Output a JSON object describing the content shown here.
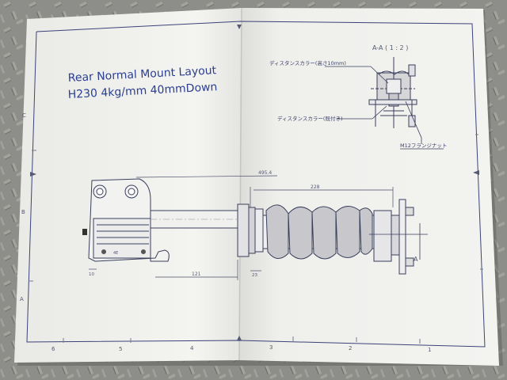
{
  "scene": "Printed engineering drawing of a rear suspension coilover assembly lying on a diamond-plate steel floor",
  "drawing": {
    "title_line1": "Rear Normal Mount Layout",
    "title_line2": "H230 4kg/mm 40mmDown",
    "section_label": "A-A ( 1 : 2 )",
    "callouts": {
      "collar_height": "ディスタンスカラー(高さ10mm)",
      "collar_existing": "ディスタンスカラー(既付き)",
      "flange_nut": "M12フランジナット"
    },
    "dimensions": {
      "overall": "495.4",
      "spring_section": "228",
      "lower_offset": "121",
      "lower_small": "10",
      "bracket_small": "23"
    },
    "section_marker": "A",
    "bracket_marks": "4E",
    "grid_letters": [
      "C",
      "B",
      "A"
    ],
    "grid_numbers": [
      "6",
      "5",
      "4",
      "3",
      "2",
      "1"
    ]
  },
  "colors": {
    "floor": "#8c8c88",
    "paper": "#f2f2ef",
    "ink_title": "#2b3f92",
    "ink_lines": "#2f3550"
  }
}
